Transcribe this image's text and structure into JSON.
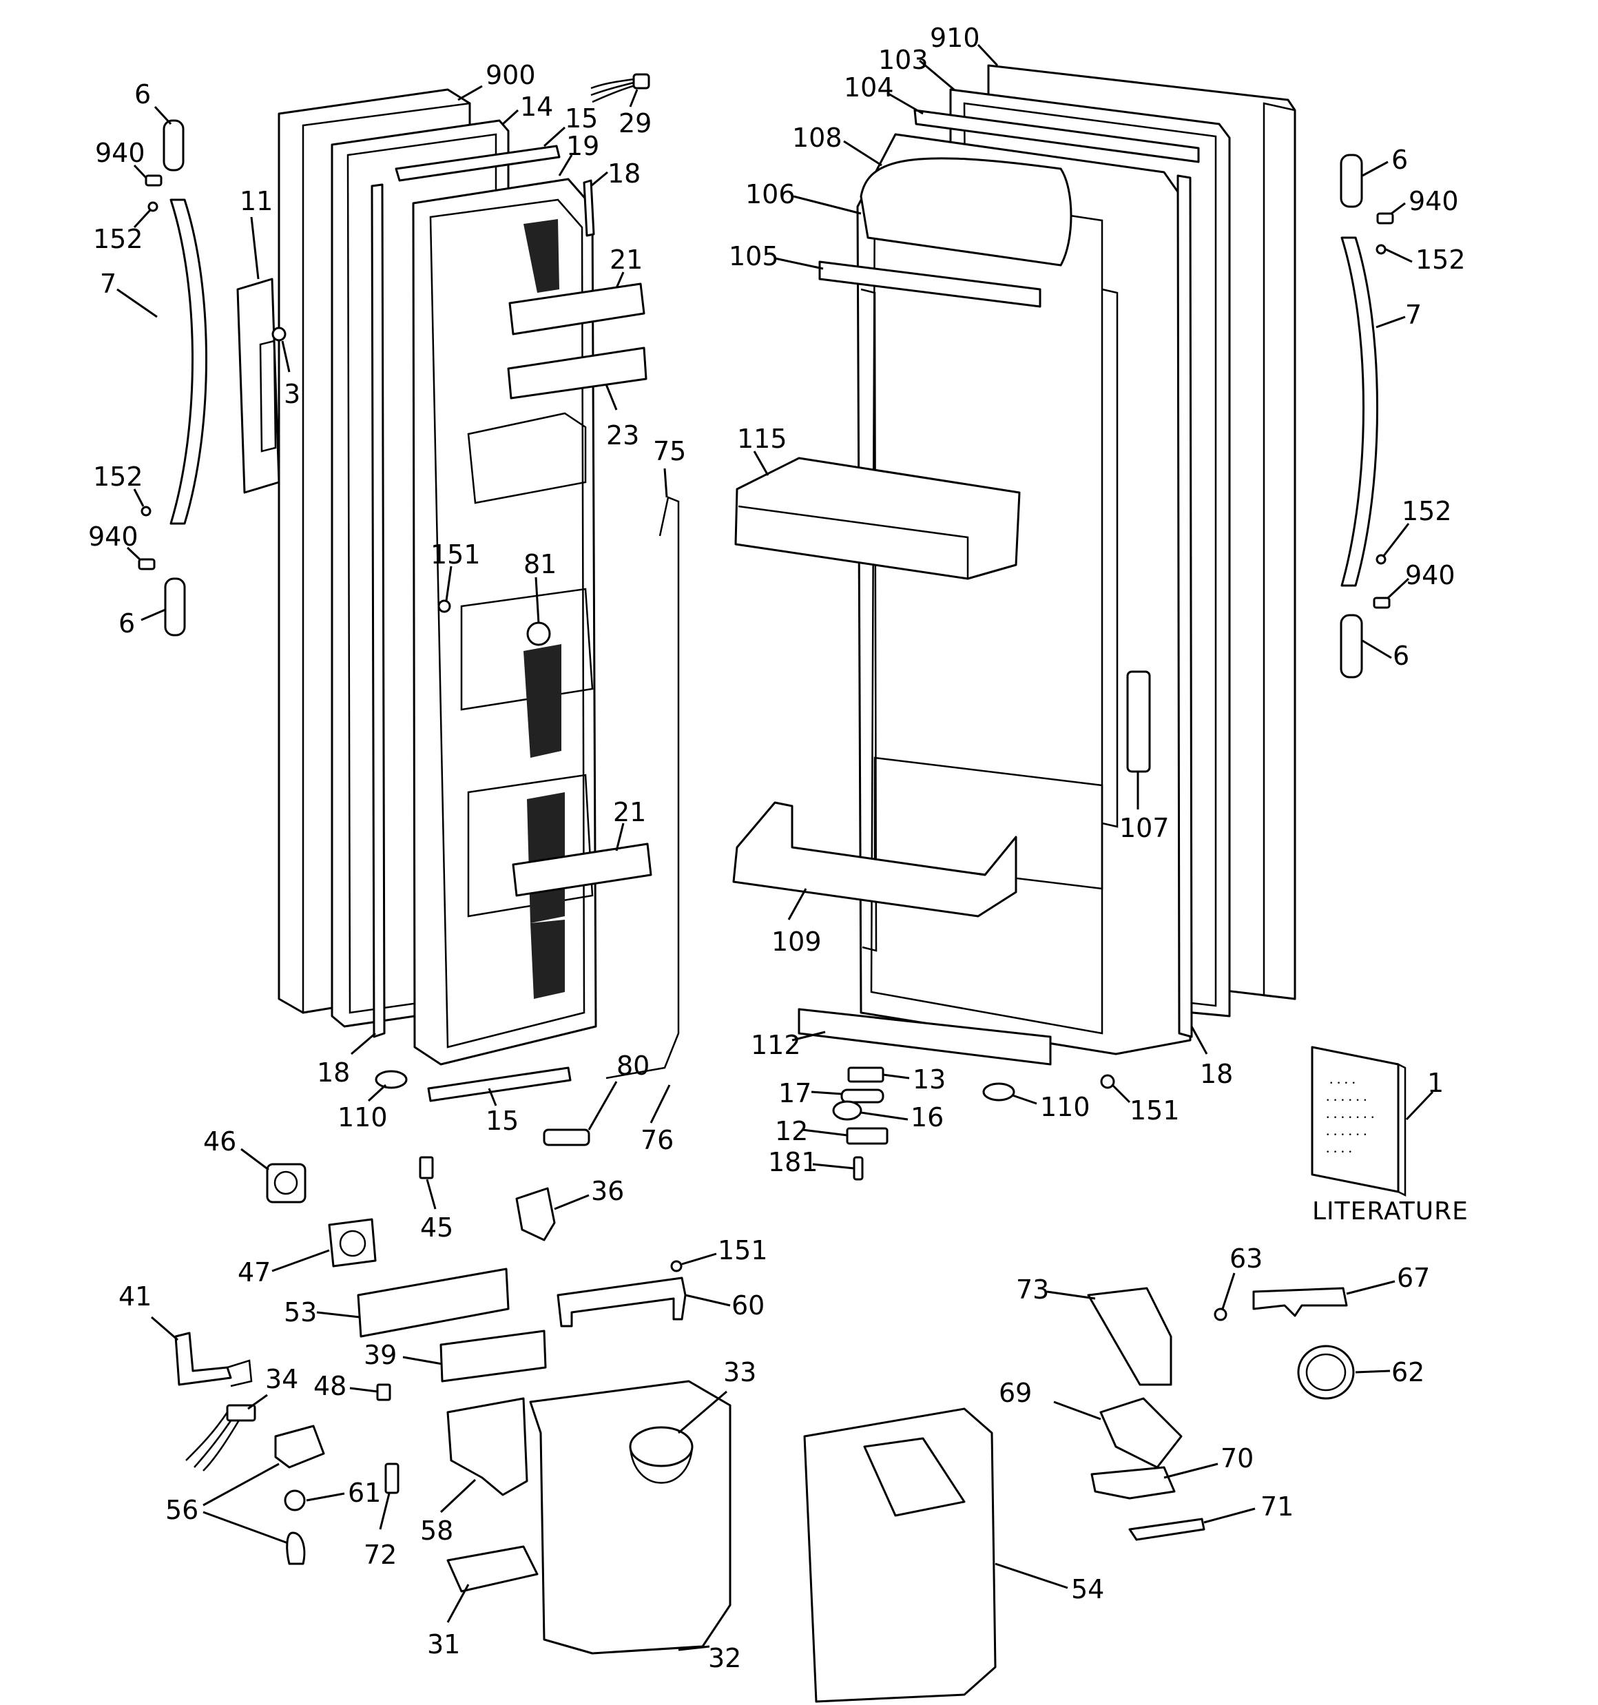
{
  "diagram": {
    "literature_label": "LITERATURE",
    "booklet_text": [
      "• • • •",
      "• • • • • •",
      "• • • • • • •",
      "• • • • • •",
      "• • • •"
    ],
    "part_labels": [
      {
        "id": "6-top-left",
        "text": "6"
      },
      {
        "id": "940-top-left",
        "text": "940"
      },
      {
        "id": "152-top-left",
        "text": "152"
      },
      {
        "id": "7-left",
        "text": "7"
      },
      {
        "id": "11",
        "text": "11"
      },
      {
        "id": "3",
        "text": "3"
      },
      {
        "id": "152-bottom-left",
        "text": "152"
      },
      {
        "id": "940-bottom-left",
        "text": "940"
      },
      {
        "id": "6-bottom-left",
        "text": "6"
      },
      {
        "id": "900",
        "text": "900"
      },
      {
        "id": "14",
        "text": "14"
      },
      {
        "id": "15-top",
        "text": "15"
      },
      {
        "id": "29",
        "text": "29"
      },
      {
        "id": "19",
        "text": "19"
      },
      {
        "id": "18-top-left",
        "text": "18"
      },
      {
        "id": "21-top",
        "text": "21"
      },
      {
        "id": "23",
        "text": "23"
      },
      {
        "id": "75",
        "text": "75"
      },
      {
        "id": "151-left",
        "text": "151"
      },
      {
        "id": "81",
        "text": "81"
      },
      {
        "id": "21-bottom",
        "text": "21"
      },
      {
        "id": "18-bottom-left",
        "text": "18"
      },
      {
        "id": "110-left",
        "text": "110"
      },
      {
        "id": "15-bottom",
        "text": "15"
      },
      {
        "id": "80",
        "text": "80"
      },
      {
        "id": "76",
        "text": "76"
      },
      {
        "id": "910",
        "text": "910"
      },
      {
        "id": "103",
        "text": "103"
      },
      {
        "id": "104",
        "text": "104"
      },
      {
        "id": "108",
        "text": "108"
      },
      {
        "id": "106",
        "text": "106"
      },
      {
        "id": "105",
        "text": "105"
      },
      {
        "id": "115",
        "text": "115"
      },
      {
        "id": "107",
        "text": "107"
      },
      {
        "id": "109",
        "text": "109"
      },
      {
        "id": "112",
        "text": "112"
      },
      {
        "id": "13",
        "text": "13"
      },
      {
        "id": "17",
        "text": "17"
      },
      {
        "id": "16",
        "text": "16"
      },
      {
        "id": "12",
        "text": "12"
      },
      {
        "id": "181",
        "text": "181"
      },
      {
        "id": "110-right",
        "text": "110"
      },
      {
        "id": "151-right",
        "text": "151"
      },
      {
        "id": "18-right",
        "text": "18"
      },
      {
        "id": "6-top-right",
        "text": "6"
      },
      {
        "id": "940-top-right",
        "text": "940"
      },
      {
        "id": "152-top-right",
        "text": "152"
      },
      {
        "id": "7-right",
        "text": "7"
      },
      {
        "id": "152-bottom-right",
        "text": "152"
      },
      {
        "id": "940-bottom-right",
        "text": "940"
      },
      {
        "id": "6-bottom-right",
        "text": "6"
      },
      {
        "id": "1",
        "text": "1"
      },
      {
        "id": "46",
        "text": "46"
      },
      {
        "id": "45",
        "text": "45"
      },
      {
        "id": "36",
        "text": "36"
      },
      {
        "id": "47",
        "text": "47"
      },
      {
        "id": "151-middle",
        "text": "151"
      },
      {
        "id": "41",
        "text": "41"
      },
      {
        "id": "53",
        "text": "53"
      },
      {
        "id": "60",
        "text": "60"
      },
      {
        "id": "39",
        "text": "39"
      },
      {
        "id": "33",
        "text": "33"
      },
      {
        "id": "34",
        "text": "34"
      },
      {
        "id": "48",
        "text": "48"
      },
      {
        "id": "56",
        "text": "56"
      },
      {
        "id": "61",
        "text": "61"
      },
      {
        "id": "58",
        "text": "58"
      },
      {
        "id": "72",
        "text": "72"
      },
      {
        "id": "31",
        "text": "31"
      },
      {
        "id": "32",
        "text": "32"
      },
      {
        "id": "63",
        "text": "63"
      },
      {
        "id": "67",
        "text": "67"
      },
      {
        "id": "73",
        "text": "73"
      },
      {
        "id": "62",
        "text": "62"
      },
      {
        "id": "69",
        "text": "69"
      },
      {
        "id": "70",
        "text": "70"
      },
      {
        "id": "71",
        "text": "71"
      },
      {
        "id": "54",
        "text": "54"
      }
    ]
  }
}
